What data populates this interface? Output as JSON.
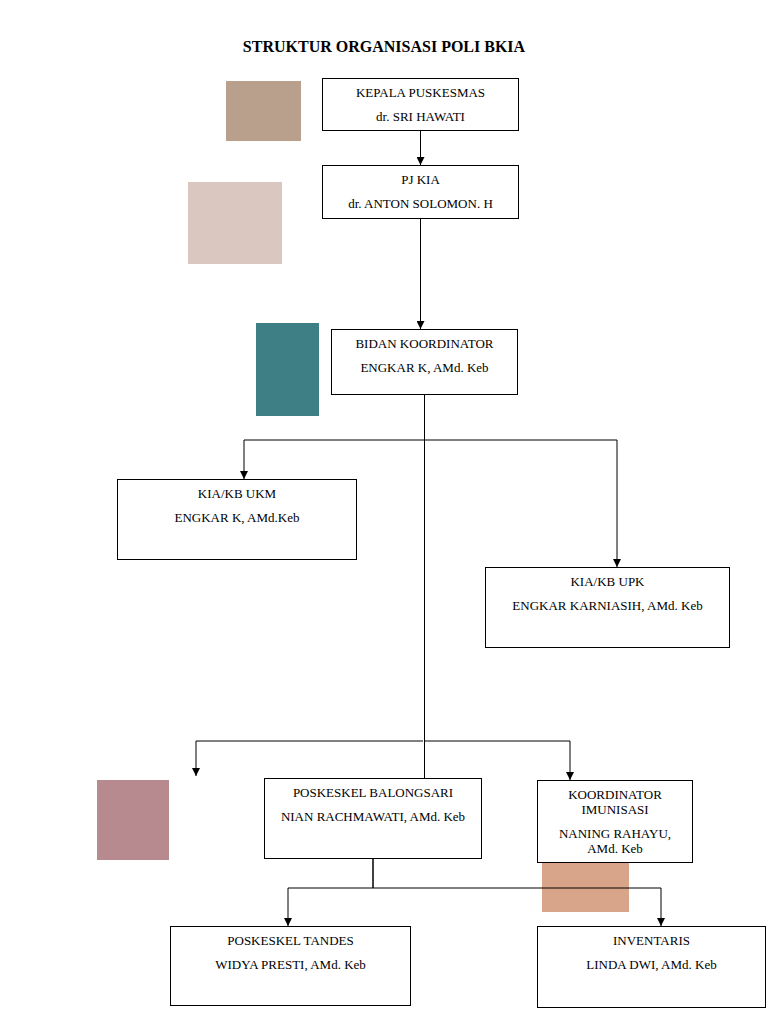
{
  "diagram": {
    "title": "STRUKTUR ORGANISASI POLI BKIA",
    "nodes": [
      {
        "text": [
          "KEPALA PUSKESMAS",
          "dr. SRI HAWATI"
        ]
      },
      {
        "text": [
          "PJ KIA",
          "dr. ANTON SOLOMON. H"
        ]
      },
      {
        "text": [
          "BIDAN KOORDINATOR",
          "ENGKAR K, AMd. Keb"
        ]
      },
      {
        "text": [
          "KIA/KB UKM",
          "ENGKAR K, AMd.Keb"
        ]
      },
      {
        "text": [
          "KIA/KB UPK",
          "ENGKAR KARNIASIH, AMd. Keb"
        ]
      },
      {
        "text": [
          "POSKESKEL BALONGSARI",
          "NIAN RACHMAWATI, AMd. Keb"
        ]
      },
      {
        "text": [
          "KOORDINATOR IMUNISASI",
          "NANING RAHAYU, AMd. Keb"
        ]
      },
      {
        "text": [
          "POSKESKEL TANDES",
          "WIDYA PRESTI, AMd. Keb"
        ]
      },
      {
        "text": [
          "INVENTARIS",
          "LINDA DWI, AMd. Keb"
        ]
      }
    ],
    "edges": [
      {
        "from": 0,
        "to": 1,
        "arrow": "to"
      },
      {
        "from": 1,
        "to": 2,
        "arrow": "to"
      },
      {
        "from": 2,
        "to": 3,
        "arrow": "to"
      },
      {
        "from": 2,
        "to": 4,
        "arrow": "to"
      },
      {
        "from": 2,
        "to": 5,
        "arrow": "none"
      },
      {
        "from": 2,
        "to": 6,
        "arrow": "to"
      },
      {
        "from": 5,
        "to": 7,
        "arrow": "to"
      },
      {
        "from": 5,
        "to": 8,
        "arrow": "to"
      }
    ]
  }
}
